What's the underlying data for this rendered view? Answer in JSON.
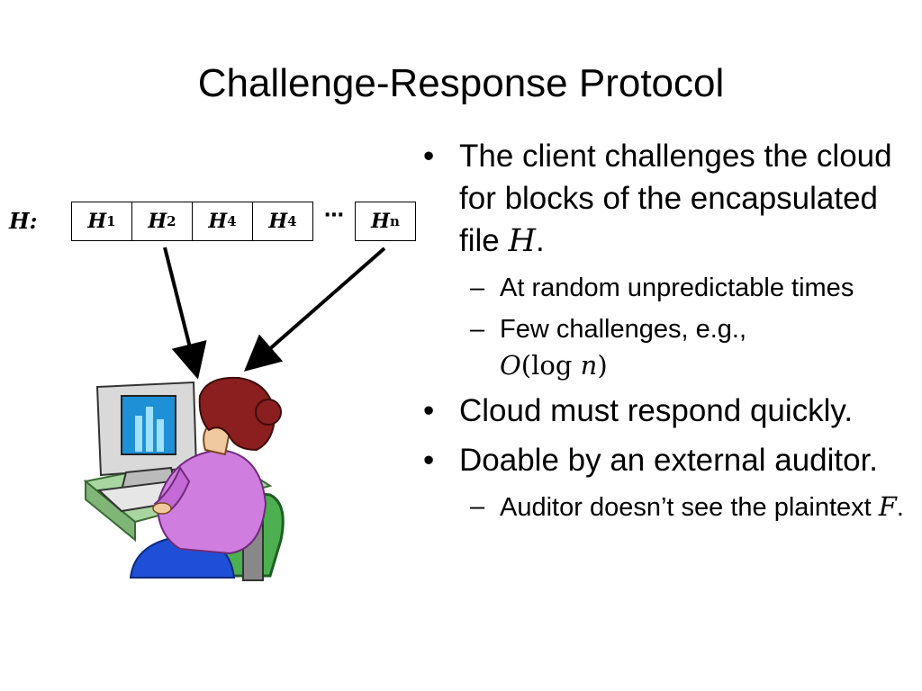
{
  "title": "Challenge-Response Protocol",
  "diagram": {
    "array_label": "H:",
    "blocks": [
      {
        "base": "H",
        "sub": "1"
      },
      {
        "base": "H",
        "sub": "2"
      },
      {
        "base": "H",
        "sub": "4"
      },
      {
        "base": "H",
        "sub": "4"
      }
    ],
    "ellipsis": "⋯",
    "last_block": {
      "base": "H",
      "sub": "n"
    },
    "illustration": "person-at-computer-clipart"
  },
  "bullets": [
    {
      "text_before": "The client challenges the cloud for blocks of the encapsulated file ",
      "math": "H",
      "text_after": ".",
      "sub": [
        {
          "text": "At random unpredictable times"
        },
        {
          "text_before": "Few challenges, e.g., ",
          "math_O": "O",
          "math_log": "(log ",
          "math_n": "n",
          "math_close": ")"
        }
      ]
    },
    {
      "text": "Cloud must respond quickly."
    },
    {
      "text": "Doable by an external auditor.",
      "sub": [
        {
          "text_before": "Auditor doesn’t see the plaintext ",
          "math": "F",
          "text_after": "."
        }
      ]
    }
  ]
}
